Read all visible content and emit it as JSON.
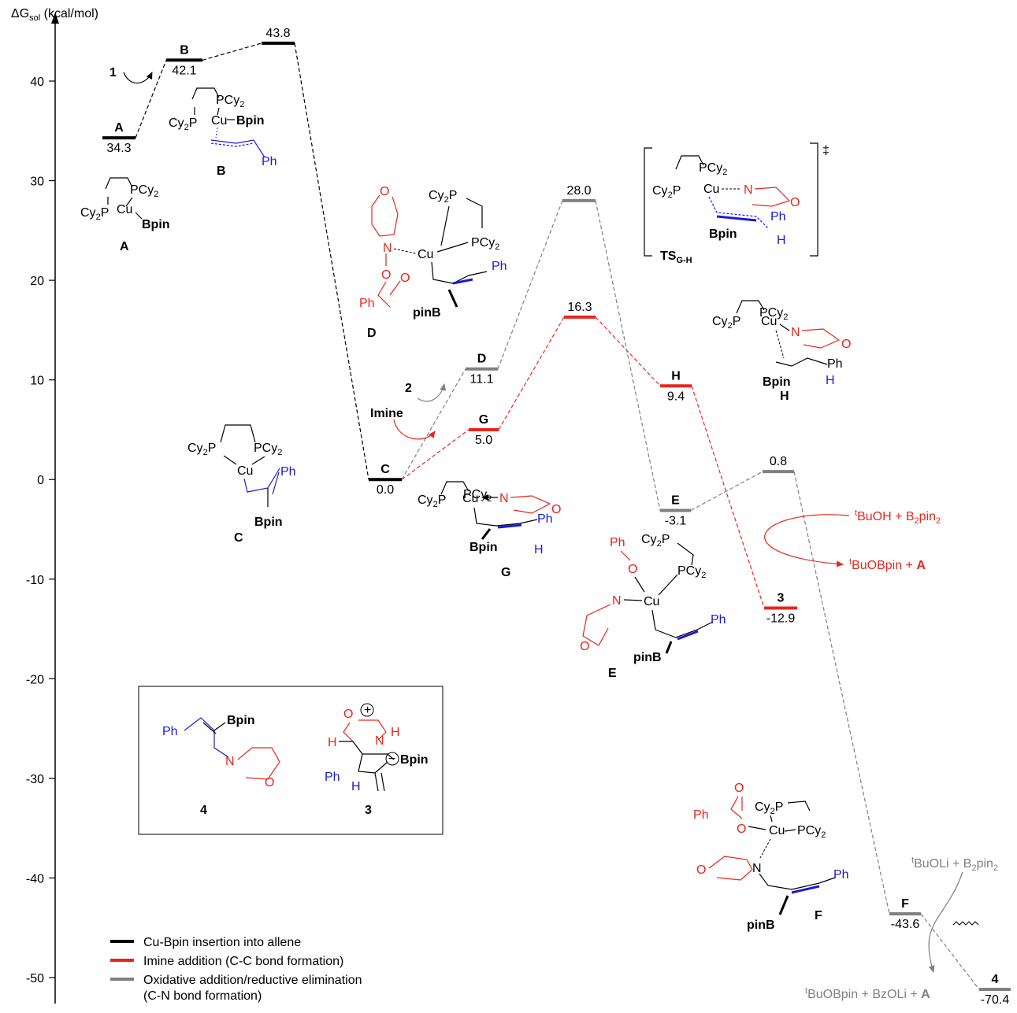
{
  "chart_data": {
    "type": "line",
    "ylabel": "ΔG",
    "ylabel_sub": "sol",
    "ylabel_unit": " (kcal/mol)",
    "ylim": [
      -52,
      47
    ],
    "yticks": [
      40,
      30,
      20,
      10,
      0,
      -10,
      -20,
      -30,
      -40,
      -50
    ],
    "ytick_labels": [
      "40",
      "30",
      "20",
      "10",
      "0",
      "-10",
      "-20",
      "-30",
      "-40",
      "-50"
    ],
    "states": [
      {
        "id": "A",
        "label": "A",
        "value": 34.3,
        "value_label": "34.3",
        "color": "black"
      },
      {
        "id": "B",
        "label": "B",
        "value": 42.1,
        "value_label": "42.1",
        "color": "black"
      },
      {
        "id": "TS1",
        "label": "",
        "value": 43.8,
        "value_label": "43.8",
        "color": "black"
      },
      {
        "id": "C",
        "label": "C",
        "value": 0.0,
        "value_label": "0.0",
        "color": "black"
      },
      {
        "id": "D",
        "label": "D",
        "value": 11.1,
        "value_label": "11.1",
        "color": "gray"
      },
      {
        "id": "TSD",
        "label": "",
        "value": 28.0,
        "value_label": "28.0",
        "color": "gray"
      },
      {
        "id": "E",
        "label": "E",
        "value": -3.1,
        "value_label": "-3.1",
        "color": "gray"
      },
      {
        "id": "TSE",
        "label": "",
        "value": 0.8,
        "value_label": "0.8",
        "color": "gray"
      },
      {
        "id": "F",
        "label": "F",
        "value": -43.6,
        "value_label": "-43.6",
        "color": "gray"
      },
      {
        "id": "P4",
        "label": "4",
        "value": -70.4,
        "value_label": "-70.4",
        "color": "gray"
      },
      {
        "id": "G",
        "label": "G",
        "value": 5.0,
        "value_label": "5.0",
        "color": "red"
      },
      {
        "id": "TSG",
        "label": "",
        "value": 16.3,
        "value_label": "16.3",
        "color": "red"
      },
      {
        "id": "H",
        "label": "H",
        "value": 9.4,
        "value_label": "9.4",
        "color": "red"
      },
      {
        "id": "P3",
        "label": "3",
        "value": -12.9,
        "value_label": "-12.9",
        "color": "red"
      }
    ],
    "series": [
      {
        "name": "Cu-Bpin insertion into allene",
        "color": "black",
        "path": [
          "A",
          "B",
          "TS1",
          "C"
        ]
      },
      {
        "name": "Imine addition (C-C bond formation)",
        "color": "red",
        "path": [
          "C",
          "G",
          "TSG",
          "H",
          "P3"
        ]
      },
      {
        "name": "Oxidative addition/reductive elimination",
        "name_line2": "(C-N bond formation)",
        "color": "gray",
        "path": [
          "C",
          "D",
          "TSD",
          "E",
          "TSE",
          "F",
          "P4"
        ]
      }
    ],
    "legend_position": "bottom-left",
    "colors": {
      "black": "#000000",
      "red": "#e8251c",
      "gray": "#808080",
      "blue": "#1a1ad6"
    }
  },
  "annotations": {
    "reagent_1": "1",
    "reagent_2": "2",
    "imine": "Imine",
    "tbuoh": "BuOH + B",
    "tbuoh_sub": "2",
    "tbuoh_end": "pin",
    "tbuoh_end_sub": "2",
    "tbuobpin_a": "BuOBpin + ",
    "tbuobpin_a_bold": "A",
    "tbuoli": "BuOLi + B",
    "tbuoli_sub": "2",
    "tbuoli_end": "pin",
    "tbuoli_end_sub": "2",
    "products": "BuOBpin + BzOLi + ",
    "products_bold": "A",
    "t_superscript": "t",
    "ts_dagger": "‡"
  },
  "structures": {
    "A": {
      "l1": "PCy",
      "l1s": "2",
      "l2": "Cy",
      "l2s": "2",
      "l2e": "P",
      "cu": "Cu",
      "bpin": "Bpin",
      "name": "A"
    },
    "B": {
      "l1": "PCy",
      "l1s": "2",
      "l2": "Cy",
      "l2s": "2",
      "l2e": "P",
      "cu": "Cu",
      "bpin": "Bpin",
      "ph": "Ph",
      "name": "B"
    },
    "C": {
      "l1": "Cy",
      "l1s": "2",
      "l1e": "P",
      "l2": "PCy",
      "l2s": "2",
      "cu": "Cu",
      "ph": "Ph",
      "bpin": "Bpin",
      "name": "C"
    },
    "D": {
      "o1": "O",
      "n": "N",
      "o2": "O",
      "o3": "O",
      "ph": "Ph",
      "cy": "Cy",
      "cys": "2",
      "cye": "P",
      "pcy": "PCy",
      "pcys": "2",
      "cu": "Cu",
      "ph2": "Ph",
      "pinb": "pinB",
      "name": "D"
    },
    "TS": {
      "pcy": "PCy",
      "pcys": "2",
      "cy": "Cy",
      "cys": "2",
      "cye": "P",
      "cu": "Cu",
      "n": "N",
      "o": "O",
      "ph": "Ph",
      "bpin": "Bpin",
      "h": "H",
      "name": "TS",
      "name_sub": "G-H"
    },
    "H": {
      "pcy": "PCy",
      "pcys": "2",
      "cy": "Cy",
      "cys": "2",
      "cye": "P",
      "cu": "Cu",
      "n": "N",
      "o": "O",
      "ph": "Ph",
      "bpin": "Bpin",
      "h": "H",
      "name": "H"
    },
    "G": {
      "pcy": "PCy",
      "pcys": "2",
      "cy": "Cy",
      "cys": "2",
      "cye": "P",
      "cu": "Cu",
      "n": "N",
      "o": "O",
      "ph": "Ph",
      "bpin": "Bpin",
      "h": "H",
      "name": "G"
    },
    "E": {
      "ph": "Ph",
      "o": "O",
      "cy": "Cy",
      "cys": "2",
      "cye": "P",
      "pcy": "PCy",
      "pcys": "2",
      "n": "N",
      "cu": "Cu",
      "o2": "O",
      "ph2": "Ph",
      "pinb": "pinB",
      "name": "E"
    },
    "F": {
      "o": "O",
      "ph": "Ph",
      "o2": "O",
      "cy": "Cy",
      "cys": "2",
      "cye": "P",
      "cu": "Cu",
      "pcy": "PCy",
      "pcys": "2",
      "o3": "O",
      "n": "N",
      "ph2": "Ph",
      "pinb": "pinB",
      "name": "F"
    },
    "inset": {
      "ph": "Ph",
      "bpin": "Bpin",
      "n": "N",
      "o": "O",
      "name4": "4",
      "plus": "+",
      "o2": "O",
      "n2": "N",
      "h1": "H",
      "h2": "H",
      "minus": "−",
      "bpin2": "Bpin",
      "ph2": "Ph",
      "h3": "H",
      "name3": "3"
    }
  }
}
